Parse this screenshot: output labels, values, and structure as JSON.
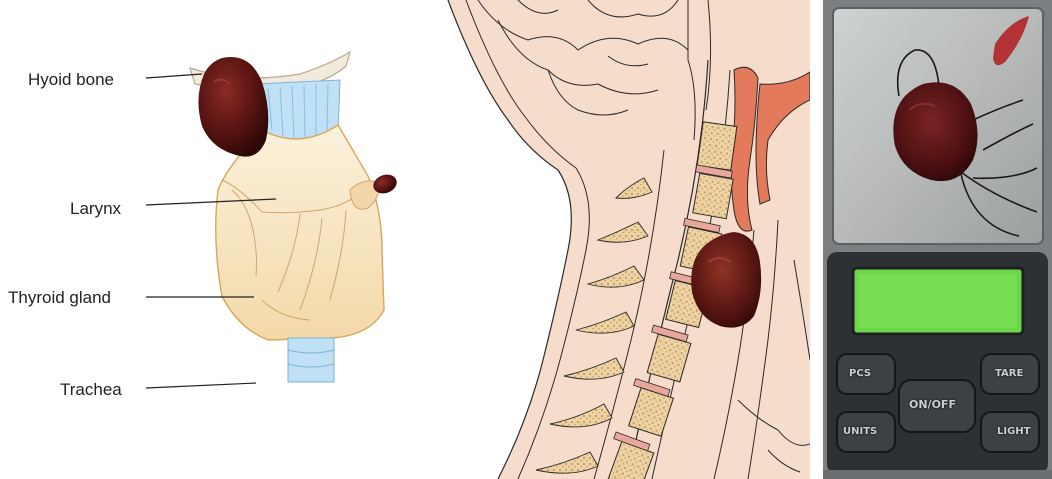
{
  "labels": {
    "hyoid": "Hyoid bone",
    "larynx": "Larynx",
    "thyroid": "Thyroid gland",
    "trachea": "Trachea"
  },
  "scale": {
    "pcs": "PCS",
    "tare": "TARE",
    "onoff": "ON/OFF",
    "units": "UNITS",
    "light": "LIGHT"
  },
  "colors": {
    "tissue_mass": "#5a1414",
    "thyroid": "#f6e3c0",
    "cartilage_blue": "#a9d2ee",
    "skin_pink": "#f6dccb",
    "vertebra": "#e9c99b",
    "lcd_green": "#6cd64a"
  }
}
